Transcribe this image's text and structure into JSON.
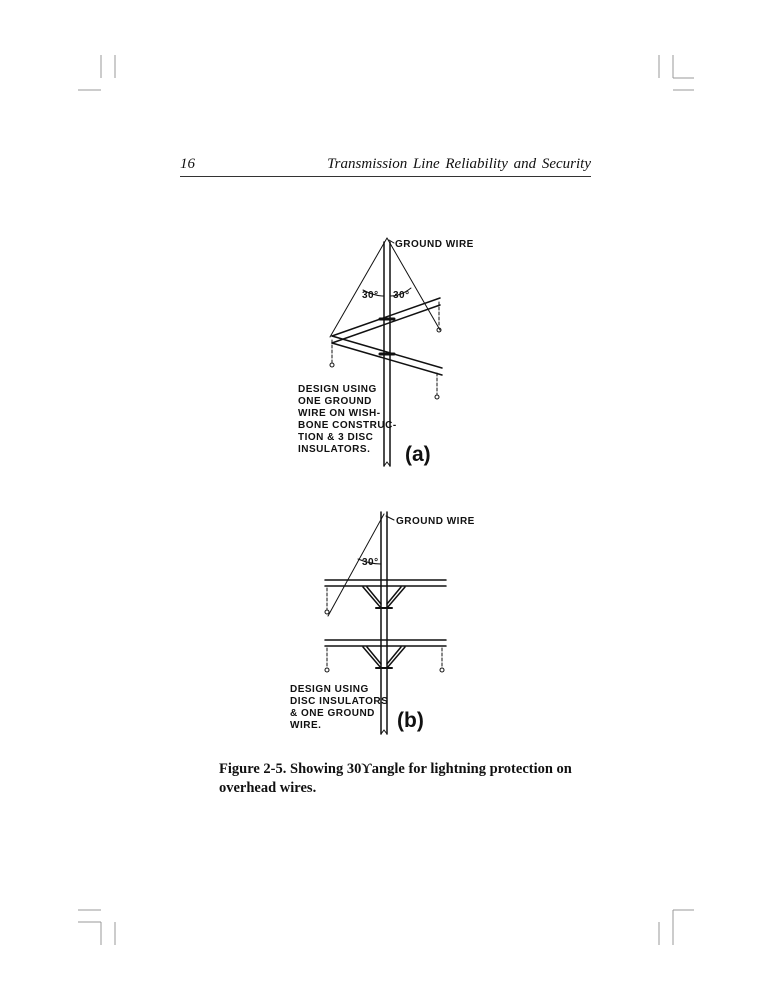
{
  "header": {
    "page_number": "16",
    "running_title": "Transmission Line Reliability and Security"
  },
  "figure_a": {
    "ground_wire_label": "GROUND WIRE",
    "angle_left": "30°",
    "angle_right": "30°",
    "description_lines": [
      "DESIGN USING",
      "ONE GROUND",
      "WIRE ON WISH-",
      "BONE CONSTRUC-",
      "TION & 3 DISC",
      "INSULATORS."
    ],
    "panel_label": "(a)"
  },
  "figure_b": {
    "ground_wire_label": "GROUND WIRE",
    "angle": "30°",
    "description_lines": [
      "DESIGN USING",
      "DISC INSULATORS",
      "& ONE GROUND",
      "WIRE."
    ],
    "panel_label": "(b)"
  },
  "caption": {
    "line1": "Figure 2-5. Showing 30ϒangle for lightning protection on",
    "line2": "overhead wires."
  }
}
